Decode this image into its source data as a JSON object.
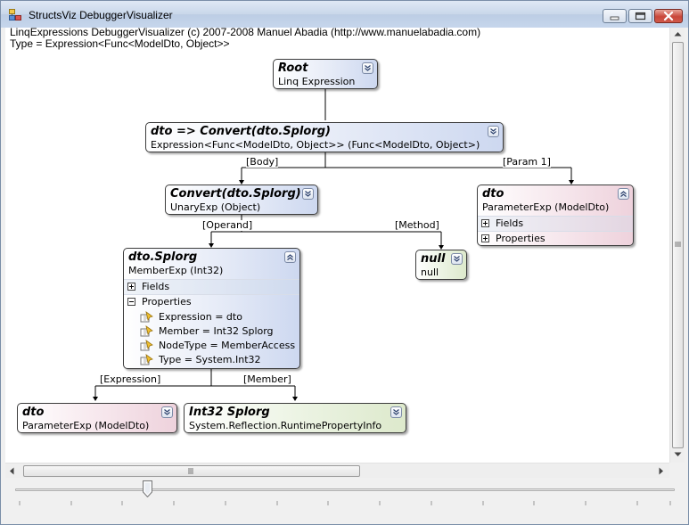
{
  "window": {
    "title": "StructsViz DebuggerVisualizer"
  },
  "header": {
    "line1": "LinqExpressions DebuggerVisualizer (c) 2007-2008 Manuel Abadia (http://www.manuelabadia.com)",
    "line2": "Type = Expression<Func<ModelDto, Object>>"
  },
  "nodes": {
    "root": {
      "title": "Root",
      "subtitle": "Linq Expression"
    },
    "lambda": {
      "title": "dto => Convert(dto.Splorg)",
      "subtitle": "Expression<Func<ModelDto, Object>> (Func<ModelDto, Object>)"
    },
    "convert": {
      "title": "Convert(dto.Splorg)",
      "subtitle": "UnaryExp (Object)"
    },
    "param": {
      "title": "dto",
      "subtitle": "ParameterExp (ModelDto)",
      "sections": [
        "Fields",
        "Properties"
      ]
    },
    "member": {
      "title": "dto.Splorg",
      "subtitle": "MemberExp (Int32)",
      "sections": [
        "Fields",
        "Properties"
      ],
      "properties": [
        "Expression = dto",
        "Member = Int32 Splorg",
        "NodeType = MemberAccess",
        "Type = System.Int32"
      ]
    },
    "null": {
      "title": "null",
      "subtitle": "null"
    },
    "param2": {
      "title": "dto",
      "subtitle": "ParameterExp (ModelDto)"
    },
    "splorg": {
      "title": "Int32 Splorg",
      "subtitle": "System.Reflection.RuntimePropertyInfo"
    }
  },
  "edges": {
    "body": "[Body]",
    "param1": "[Param 1]",
    "operand": "[Operand]",
    "method": "[Method]",
    "expression": "[Expression]",
    "member": "[Member]"
  },
  "icons": {
    "app": "structs-app-icon",
    "collapse": "chevron-double-down-icon",
    "expand": "chevron-double-up-icon",
    "property": "property-icon"
  },
  "colors": {
    "node_blue": "#cdd8f0",
    "node_pink": "#eed2dc",
    "node_green": "#dde9cc"
  },
  "zoom": {
    "level": 0.2
  }
}
